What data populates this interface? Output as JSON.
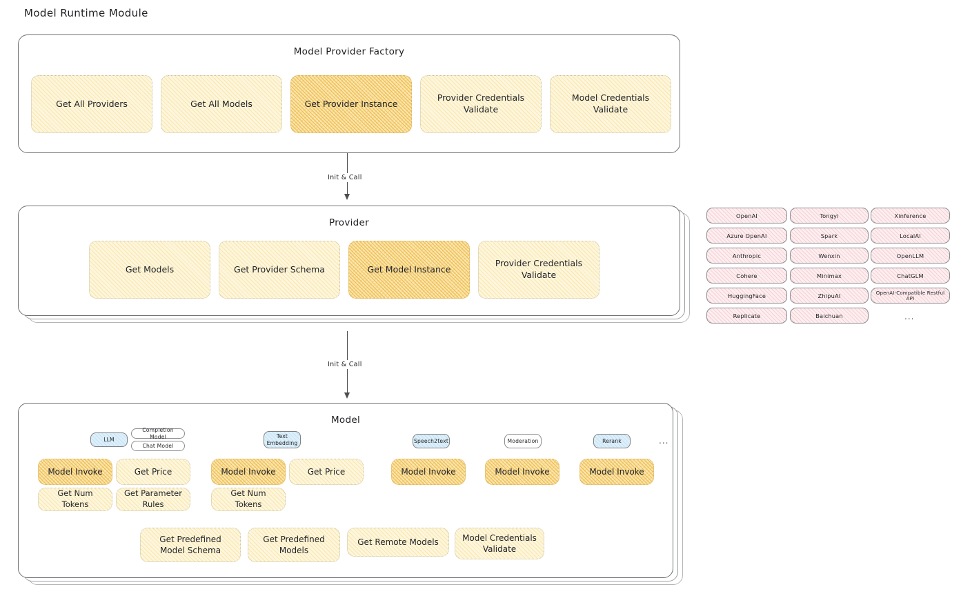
{
  "page": {
    "title": "Model Runtime Module"
  },
  "factory": {
    "title": "Model Provider Factory",
    "items": [
      {
        "label": "Get All Providers",
        "highlighted": false
      },
      {
        "label": "Get All Models",
        "highlighted": false
      },
      {
        "label": "Get Provider Instance",
        "highlighted": true
      },
      {
        "label": "Provider Credentials Validate",
        "highlighted": false
      },
      {
        "label": "Model Credentials Validate",
        "highlighted": false
      }
    ]
  },
  "arrow_factory_to_provider": {
    "label": "Init & Call"
  },
  "provider": {
    "title": "Provider",
    "items": [
      {
        "label": "Get Models",
        "highlighted": false
      },
      {
        "label": "Get Provider Schema",
        "highlighted": false
      },
      {
        "label": "Get Model Instance",
        "highlighted": true
      },
      {
        "label": "Provider Credentials Validate",
        "highlighted": false
      }
    ]
  },
  "arrow_provider_to_model": {
    "label": "Init & Call"
  },
  "provider_list": {
    "column1": [
      "OpenAI",
      "Azure OpenAI",
      "Anthropic",
      "Cohere",
      "HuggingFace",
      "Replicate"
    ],
    "column2": [
      "Tongyi",
      "Spark",
      "Wenxin",
      "Minimax",
      "ZhipuAI",
      "Baichuan"
    ],
    "column3": [
      "Xinference",
      "LocalAI",
      "OpenLLM",
      "ChatGLM",
      "OpenAI-Compatible Restful API"
    ],
    "more": "..."
  },
  "model": {
    "title": "Model",
    "more": "...",
    "groups": [
      {
        "badge": "LLM",
        "badge_style": "blue",
        "sub_badges": [
          "Completion Model",
          "Chat Model"
        ],
        "methods": [
          {
            "label": "Model Invoke",
            "highlighted": true
          },
          {
            "label": "Get Price",
            "highlighted": false
          },
          {
            "label": "Get Num Tokens",
            "highlighted": false
          },
          {
            "label": "Get Parameter Rules",
            "highlighted": false
          }
        ]
      },
      {
        "badge": "Text Embedding",
        "badge_style": "blue",
        "sub_badges": [],
        "methods": [
          {
            "label": "Model Invoke",
            "highlighted": true
          },
          {
            "label": "Get Price",
            "highlighted": false
          },
          {
            "label": "Get Num Tokens",
            "highlighted": false
          }
        ]
      },
      {
        "badge": "Speech2text",
        "badge_style": "blue",
        "sub_badges": [],
        "methods": [
          {
            "label": "Model Invoke",
            "highlighted": true
          }
        ]
      },
      {
        "badge": "Moderation",
        "badge_style": "white",
        "sub_badges": [],
        "methods": [
          {
            "label": "Model Invoke",
            "highlighted": true
          }
        ]
      },
      {
        "badge": "Rerank",
        "badge_style": "blue",
        "sub_badges": [],
        "methods": [
          {
            "label": "Model Invoke",
            "highlighted": true
          }
        ]
      }
    ],
    "shared_methods": [
      {
        "label": "Get Predefined Model Schema",
        "highlighted": false
      },
      {
        "label": "Get Predefined Models",
        "highlighted": false
      },
      {
        "label": "Get Remote Models",
        "highlighted": false
      },
      {
        "label": "Model Credentials Validate",
        "highlighted": false
      }
    ]
  },
  "colors": {
    "hatch_yellow": "#fdf6dd",
    "hatch_amber": "#fbe6b0",
    "pill_pink": "#fdeef0",
    "badge_blue": "#ddeffa",
    "stroke": "#6f7174",
    "text": "#1f2023"
  }
}
